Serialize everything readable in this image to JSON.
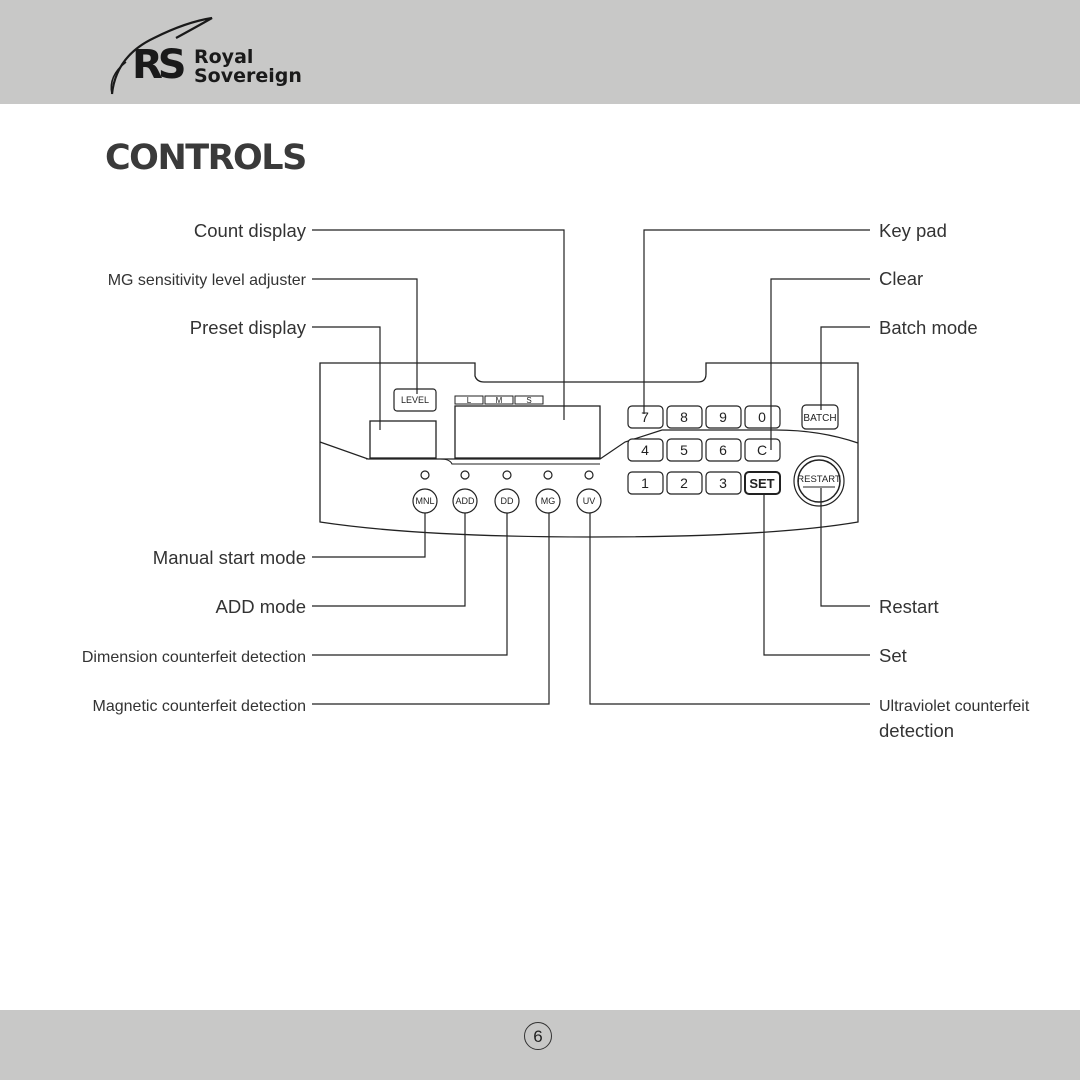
{
  "brand": {
    "initials": "RS",
    "name_line1": "Royal",
    "name_line2": "Sovereign"
  },
  "title": "CONTROLS",
  "callouts_left": {
    "count_display": "Count display",
    "mg_level": "MG sensitivity level adjuster",
    "preset_display": "Preset display",
    "manual_start": "Manual start mode",
    "add_mode": "ADD mode",
    "dimension": "Dimension counterfeit detection",
    "magnetic": "Magnetic counterfeit detection"
  },
  "callouts_right": {
    "key_pad": "Key pad",
    "clear": "Clear",
    "batch_mode": "Batch mode",
    "restart": "Restart",
    "set": "Set",
    "uv_line1": "Ultraviolet counterfeit",
    "uv_line2": "detection"
  },
  "panel": {
    "level": "LEVEL",
    "level_marks": [
      "L",
      "M",
      "S"
    ],
    "mode_buttons": [
      "MNL",
      "ADD",
      "DD",
      "MG",
      "UV"
    ],
    "keys": [
      "7",
      "8",
      "9",
      "0",
      "4",
      "5",
      "6",
      "C",
      "1",
      "2",
      "3",
      "SET"
    ],
    "batch": "BATCH",
    "restart": "RESTART"
  },
  "page_number": "6"
}
